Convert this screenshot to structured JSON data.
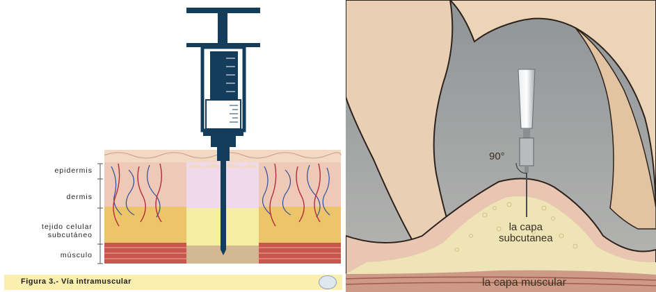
{
  "left_figure": {
    "layers": {
      "epidermis": "epidermis",
      "dermis": "dermis",
      "subcutaneous": "tejido celular\nsubcutáneo",
      "muscle": "músculo"
    },
    "caption": "Figura 3.- Vía intramuscular",
    "colors": {
      "syringe": "#143d5c",
      "epidermis": "#f2d9c6",
      "dermis": "#f0d9ea",
      "subcutaneous": "#f3eea2",
      "muscle": "#d4b893",
      "caption_bar": "#fbefb0"
    }
  },
  "right_figure": {
    "angle_label": "90°",
    "subcutaneous_label": "la capa\nsubcutanea",
    "muscle_label": "la capa muscular"
  }
}
